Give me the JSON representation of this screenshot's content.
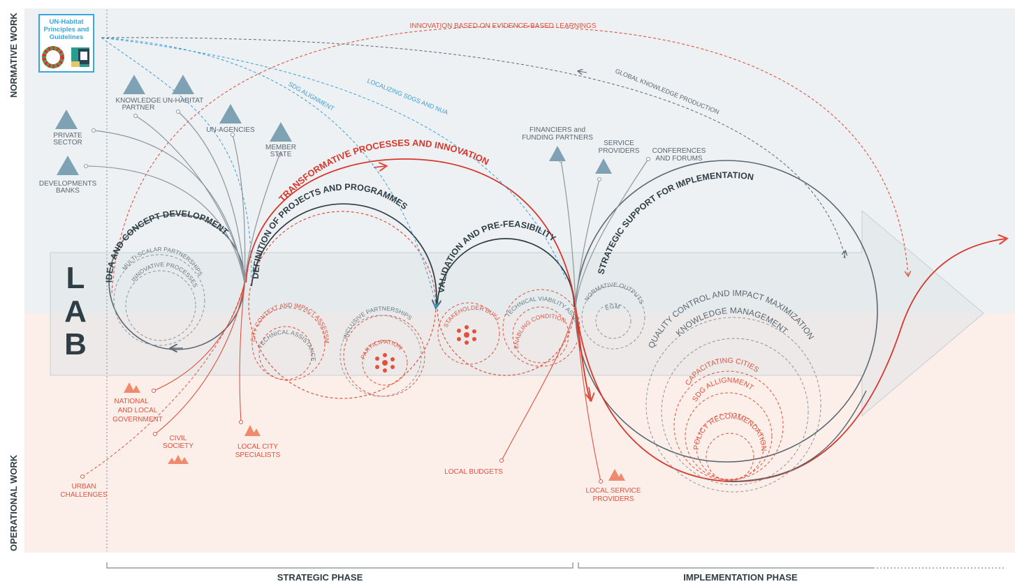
{
  "side_labels": {
    "normative": "NORMATIVE WORK",
    "operational": "OPERATIONAL WORK"
  },
  "un_box": {
    "line1": "UN-Habitat",
    "line2": "Principles and",
    "line3": "Guidelines"
  },
  "lab": {
    "l1": "L",
    "l2": "A",
    "l3": "B"
  },
  "phases": {
    "strategic": "STRATEGIC PHASE",
    "implementation": "IMPLEMENTATION PHASE"
  },
  "stakeholders_top": {
    "knowledge_partner": [
      "KNOWLEDGE",
      "PARTNER"
    ],
    "un_habitat": "UN-HABITAT",
    "private_sector": [
      "PRIVATE",
      "SECTOR"
    ],
    "un_agencies": "UN-AGENCIES",
    "member_state": [
      "MEMBER",
      "STATE"
    ],
    "development_banks": [
      "DEVELOPMENTS",
      "BANKS"
    ],
    "financiers": [
      "FINANCIERS and",
      "FUNDING PARTNERS"
    ],
    "service_providers": [
      "SERVICE",
      "PROVIDERS"
    ],
    "conferences": [
      "CONFERENCES",
      "AND FORUMS"
    ]
  },
  "stakeholders_bottom": {
    "national_local_gov": [
      "NATIONAL",
      "AND LOCAL",
      "GOVERNMENT"
    ],
    "civil_society": [
      "CIVIL",
      "SOCIETY"
    ],
    "local_city_specialists": [
      "LOCAL CITY",
      "SPECIALISTS"
    ],
    "urban_challenges": [
      "URBAN",
      "CHALLENGES"
    ],
    "local_budgets": "LOCAL BUDGETS",
    "local_service_providers": [
      "LOCAL SERVICE",
      "PROVIDERS"
    ]
  },
  "flows": {
    "innovation": "INNOVATION BASED ON EVIDENCE-BASED LEARNINGS",
    "global_knowledge": "GLOBAL KNOWLEDGE PRODUCTION",
    "localizing": "LOCALIZING SDGS AND NUA",
    "sdg_alignment": "SDG ALIGNMENT",
    "transformative": "TRANSFORMATIVE PROCESSES AND INNOVATION"
  },
  "phase_circles": {
    "idea": "IDEA AND CONCEPT DEVELOPMENT",
    "definition": "DEFINITION OF PROJECTS AND PROGRAMMES",
    "validation": "VALIDATION AND PRE-FEASIBILITY",
    "strategic_support": "STRATEGIC SUPPORT FOR IMPLEMENTATION"
  },
  "sub_circles": {
    "multi_scalar": "MULTI-SCALAR PARTNERSHIPS",
    "innovative": "INNOVATIVE PROCESSES",
    "city_context": "CITY CONTEXT AND IMPACT ASSESSMENT",
    "technical_assistance": "TECHNICAL ASSISTANCE",
    "inclusive": "INCLUSIVE PARTNERSHIPS",
    "participation": "PARTICIPATION",
    "stakeholder": "STAKEHOLDER BUY-IN",
    "technical_viability": "TECHNICAL VIABILITY ASSESSMENT",
    "enabling": "ENABLING CONDITIONS",
    "normative_outputs": "NORMATIVE OUTPUTS",
    "egm": "EGM",
    "quality": "QUALITY CONTROL AND IMPACT MAXIMIZATION",
    "knowledge_mgmt": "KNOWLEDGE MANAGEMENT",
    "capacitating": "CAPACITATING CITIES",
    "sdg_allignment": "SDG ALLIGNMENT",
    "policy": "POLICY RECOMMENDATIONS"
  },
  "colors": {
    "normative_bg": "#eef1f4",
    "operational_bg": "#fcefea",
    "red": "#e0523f",
    "blue": "#3a9fd6",
    "gray": "#5b6770",
    "dark": "#2f3d44"
  }
}
